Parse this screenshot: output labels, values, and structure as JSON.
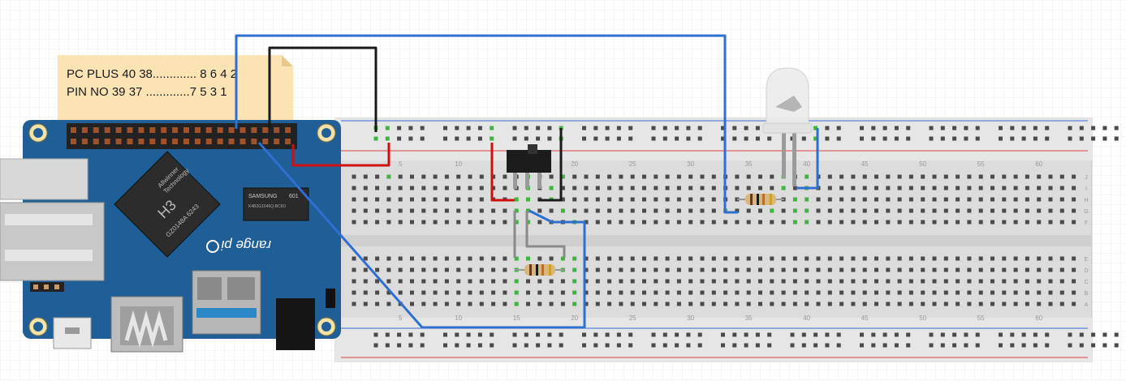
{
  "note": {
    "line1": "PC PLUS 40 38............. 8 6 4 2",
    "line2": "PIN NO  39 37 .............7 5 3 1"
  },
  "board": {
    "soc_lines": [
      "Allwinner",
      "Technology"
    ],
    "soc_model": "H3",
    "soc_code": "GZ0148A 6243",
    "ram_brand": "SAMSUNG",
    "ram_num": "601",
    "ram_code": "K4B2G1646Q-BCK0",
    "logo_text": "range pi"
  },
  "breadboard": {
    "column_labels": [
      "5",
      "10",
      "15",
      "20",
      "25",
      "30",
      "35",
      "40",
      "45",
      "50",
      "55",
      "60"
    ],
    "top_row_letters": [
      "J",
      "I",
      "H",
      "G",
      "F"
    ],
    "bottom_row_letters": [
      "E",
      "D",
      "C",
      "B",
      "A"
    ]
  },
  "colors": {
    "wire_blue": "#2f6fd1",
    "wire_black": "#1a1a1a",
    "wire_red": "#d01010",
    "wire_gray": "#8a8a8a",
    "board_blue": "#1f5e96",
    "note_yellow": "#fbe3b4",
    "breadboard": "#dcdcdc",
    "hole_green": "#3fb43f"
  }
}
